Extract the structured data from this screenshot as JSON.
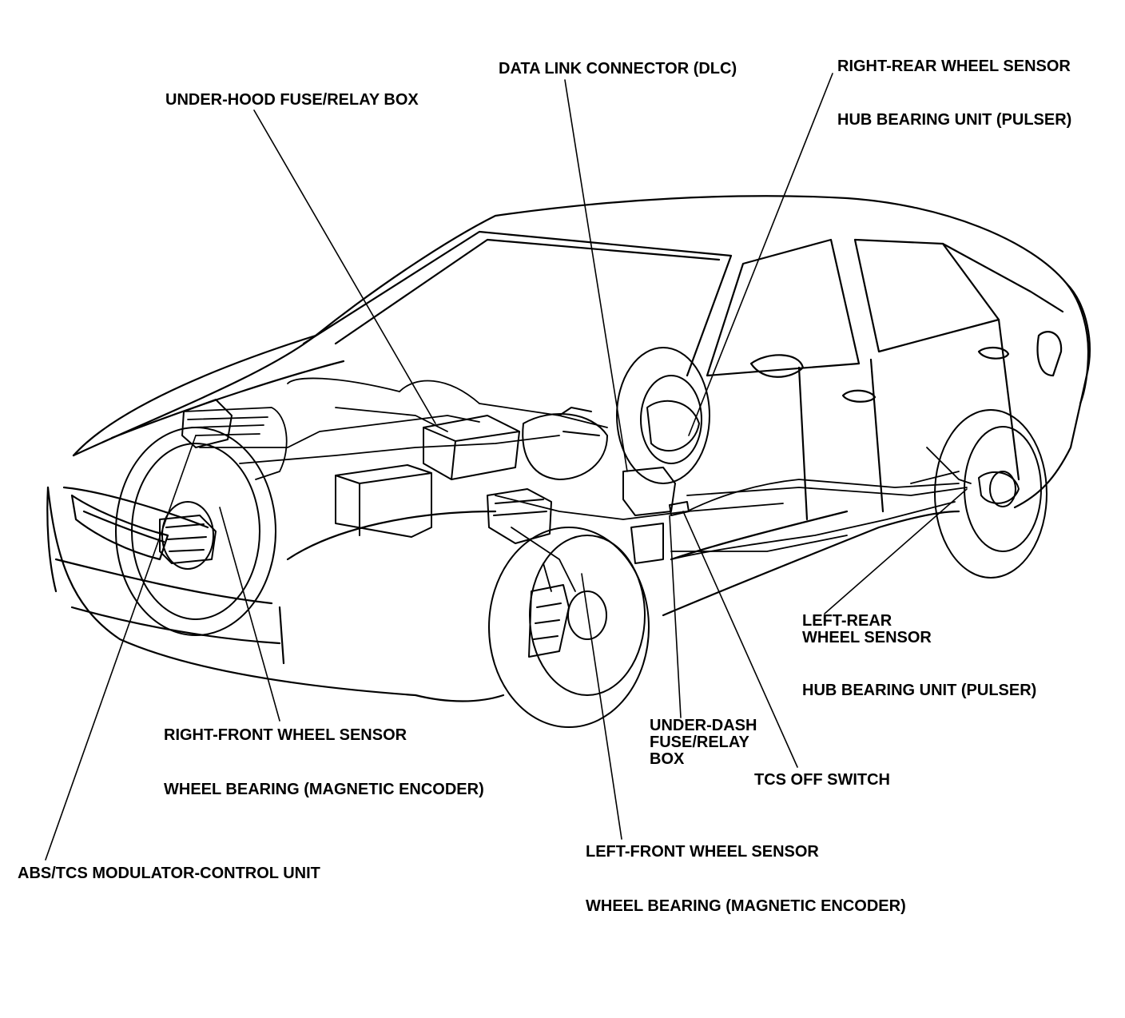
{
  "labels": {
    "data_link_connector": "DATA LINK CONNECTOR (DLC)",
    "right_rear_wheel_sensor": "RIGHT-REAR WHEEL SENSOR",
    "hub_bearing_unit_rear_right": "HUB BEARING UNIT (PULSER)",
    "under_hood_fuse_relay_box": "UNDER-HOOD FUSE/RELAY BOX",
    "left_rear_wheel_sensor": [
      "LEFT-REAR",
      "WHEEL SENSOR"
    ],
    "hub_bearing_unit_rear_left": "HUB BEARING UNIT (PULSER)",
    "under_dash_fuse_relay_box": [
      "UNDER-DASH",
      "FUSE/RELAY",
      "BOX"
    ],
    "tcs_off_switch": "TCS OFF SWITCH",
    "right_front_wheel_sensor": "RIGHT-FRONT WHEEL SENSOR",
    "wheel_bearing_front_right": "WHEEL BEARING (MAGNETIC ENCODER)",
    "left_front_wheel_sensor": "LEFT-FRONT WHEEL SENSOR",
    "wheel_bearing_front_left": "WHEEL BEARING (MAGNETIC ENCODER)",
    "abs_tcs_modulator_control_unit": "ABS/TCS MODULATOR-CONTROL UNIT"
  },
  "colors": {
    "ink": "#000000",
    "paper": "#ffffff"
  }
}
